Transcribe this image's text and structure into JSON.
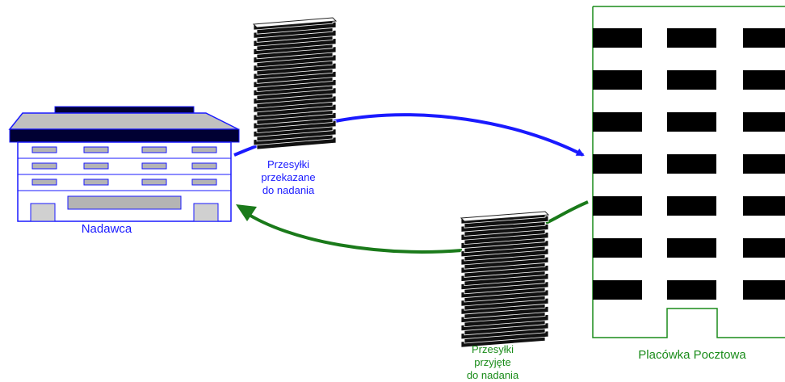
{
  "sender": {
    "label": "Nadawca"
  },
  "post_office": {
    "label": "Placówka Pocztowa"
  },
  "flows": {
    "sent": {
      "line1": "Przesyłki",
      "line2": "przekazane",
      "line3": "do nadania"
    },
    "accepted": {
      "line1": "Przesyłki",
      "line2": "przyjęte",
      "line3": "do nadania"
    }
  },
  "colors": {
    "sender": "#1a1aff",
    "sent_arrow": "#1a1aff",
    "accepted_arrow": "#1a7a1a",
    "post_office": "#1a8c1a",
    "sender_fill": "#c8c8c8",
    "window_fill": "#b4b4b4",
    "roof_bar": "#000033"
  }
}
